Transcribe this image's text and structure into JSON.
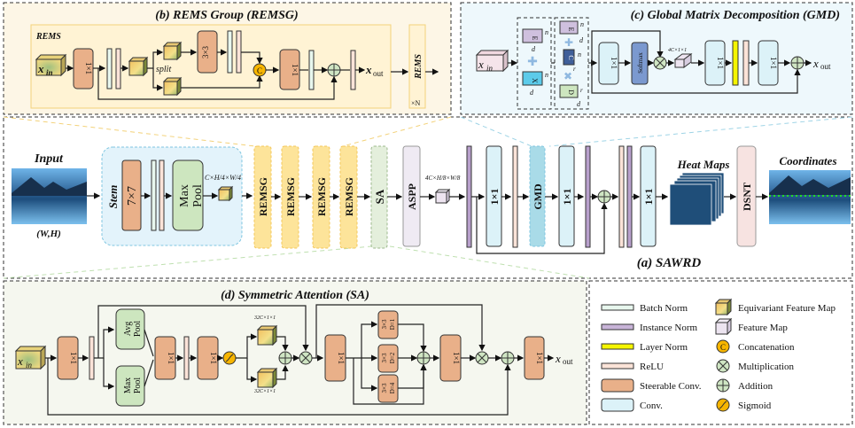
{
  "figure": {
    "main_title": "(a) SAWRD",
    "input_label": "Input",
    "input_size": "(W,H)",
    "stem_label": "Stem",
    "stem_conv": "7×7",
    "maxpool_line1": "Max",
    "maxpool_line2": "Pool",
    "stem_dims": "C×H/4×W/4",
    "remsg_blocks": [
      "REMSG",
      "REMSG",
      "REMSG",
      "REMSG"
    ],
    "sa_block": "SA",
    "aspp_block": "ASPP",
    "aspp_dims": "4C×H/8×W/8",
    "conv1x1": "1×1",
    "gmd_block": "GMD",
    "heatmaps_label": "Heat Maps",
    "dsnt_block": "DSNT",
    "coordinates_label": "Coordinates"
  },
  "panel_b": {
    "title": "(b) REMS Group (REMSG)",
    "rems_label": "REMS",
    "x_in": "x",
    "x_in_sub": "in",
    "conv1": "1×1",
    "split_label": "split",
    "conv3": "3×3",
    "conv1b": "1×1",
    "x_out": "x",
    "x_out_sub": "out",
    "repeat_block": "REMS",
    "repeat_count": "×N"
  },
  "panel_c": {
    "title": "(c) Global Matrix Decomposition (GMD)",
    "x_in": "x",
    "x_in_sub": "in",
    "matrix_E": "E",
    "matrix_X": "X",
    "matrix_C": "C",
    "matrix_D": "D",
    "dim_n": "n",
    "dim_d": "d",
    "dim_r": "r",
    "conv1": "1×1",
    "softmax": "Softmax",
    "dims": "4C×1×1",
    "x_out": "x",
    "x_out_sub": "out"
  },
  "panel_d": {
    "title": "(d) Symmetric Attention (SA)",
    "x_in": "x",
    "x_in_sub": "in",
    "conv1": "1×1",
    "avg_pool": [
      "Avg",
      "Pool"
    ],
    "max_pool": [
      "Max",
      "Pool"
    ],
    "dims_top": "32C×1×1",
    "dims_bottom": "32C×1×1",
    "dilated": [
      {
        "k": "3×3",
        "d": "D=1"
      },
      {
        "k": "3×3",
        "d": "D=2"
      },
      {
        "k": "3×3",
        "d": "D=4"
      }
    ],
    "x_out": "x",
    "x_out_sub": "out"
  },
  "legend": {
    "items_left": [
      {
        "label": "Batch Norm",
        "color": "#e8f7ee"
      },
      {
        "label": "Instance Norm",
        "color": "#c8b4d8"
      },
      {
        "label": "Layer Norm",
        "color": "#f5f500"
      },
      {
        "label": "ReLU",
        "color": "#fbe3d8"
      },
      {
        "label": "Steerable Conv.",
        "color": "#e9b089"
      },
      {
        "label": "Conv.",
        "color": "#dcf2f8"
      }
    ],
    "items_right": [
      {
        "label": "Equivariant Feature Map",
        "icon": "equivariant-cube"
      },
      {
        "label": "Feature Map",
        "icon": "feature-cube"
      },
      {
        "label": "Concatenation",
        "icon": "C"
      },
      {
        "label": "Multiplication",
        "icon": "⊗"
      },
      {
        "label": "Addition",
        "icon": "⊕"
      },
      {
        "label": "Sigmoid",
        "icon": "S"
      }
    ]
  },
  "colors": {
    "steerable": "#e9b089",
    "conv": "#dcf2f8",
    "remsg": "#fde49a",
    "sa": "#e4efdc",
    "aspp": "#efeaf3",
    "gmd": "#a9dbe8",
    "dsnt": "#f7e3e1",
    "heatmap": "#1f4e79",
    "panel_b_bg": "#fdf6e6",
    "panel_c_bg": "#eef8fc",
    "panel_d_bg": "#f5f7ef",
    "stem_bg": "#e3f3fb",
    "pool": "#cde6bf"
  }
}
